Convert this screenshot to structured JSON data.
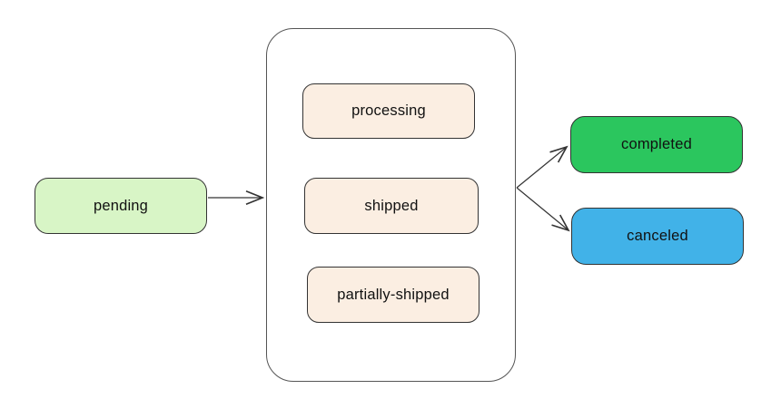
{
  "diagram": {
    "type": "state-flow",
    "nodes": {
      "pending": {
        "label": "pending",
        "fill": "#d8f5c6"
      },
      "processing": {
        "label": "processing",
        "fill": "#fbeee2"
      },
      "shipped": {
        "label": "shipped",
        "fill": "#fbeee2"
      },
      "partially_shipped": {
        "label": "partially-shipped",
        "fill": "#fbeee2"
      },
      "completed": {
        "label": "completed",
        "fill": "#2bc65e"
      },
      "canceled": {
        "label": "canceled",
        "fill": "#41b2e8"
      }
    },
    "group": {
      "contains": [
        "processing",
        "shipped",
        "partially_shipped"
      ],
      "fill": "#ffffff"
    },
    "edges": [
      {
        "from": "pending",
        "to": "group"
      },
      {
        "from": "group",
        "to": "completed"
      },
      {
        "from": "group",
        "to": "canceled"
      }
    ],
    "colors": {
      "node_border": "#333333",
      "group_border": "#555555",
      "arrow": "#333333",
      "background": "#ffffff",
      "text": "#111111"
    }
  }
}
